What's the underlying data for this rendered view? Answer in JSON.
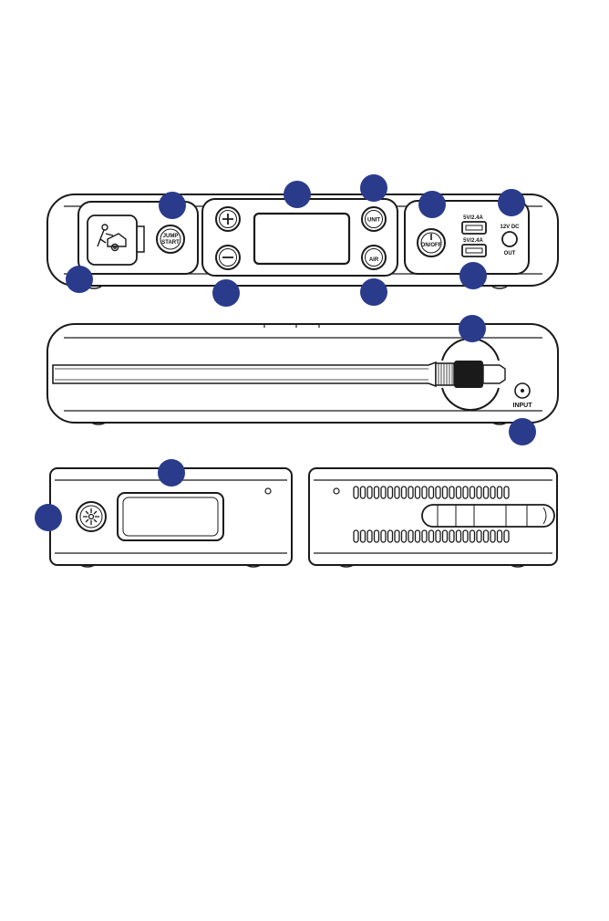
{
  "labels": {
    "jump_start_line1": "JUMP",
    "jump_start_line2": "START",
    "unit_button": "UNIT",
    "air_button": "AIR",
    "on_off": "ON/OFF",
    "usb_port_1": "5V/2.4A",
    "usb_port_2": "5V/2.4A",
    "dc_out_line1": "12V DC",
    "dc_out_line2": "OUT",
    "input_port": "INPUT"
  },
  "colors": {
    "callout": "#2b3b8c",
    "line": "#1a1a1a",
    "screen_fill": "#ffffff"
  },
  "icons": {
    "engine": "engine-jump-icon",
    "plus": "plus-icon",
    "minus": "minus-icon",
    "power": "power-icon",
    "light": "work-light-icon"
  }
}
